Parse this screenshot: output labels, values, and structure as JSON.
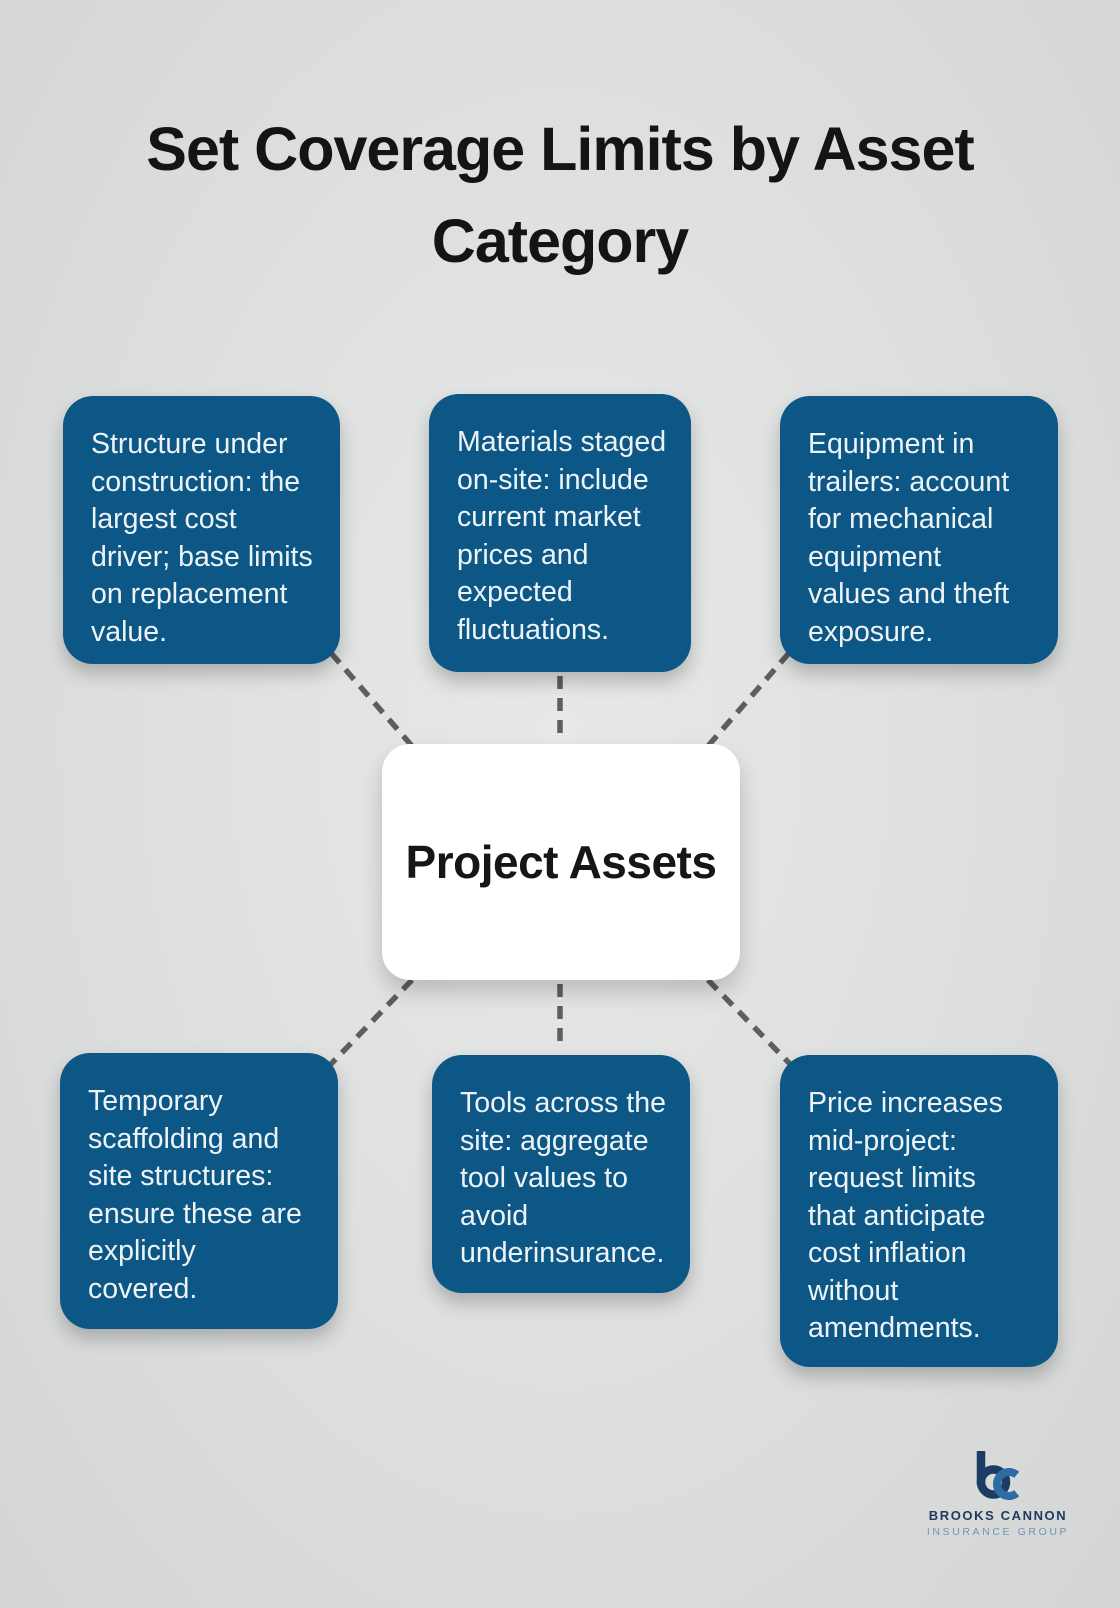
{
  "title": "Set Coverage Limits by Asset\nCategory",
  "center": {
    "label": "Project Assets"
  },
  "nodes": [
    {
      "id": "top-left",
      "text": "Structure under\nconstruction: the\nlargest cost\ndriver; base limits\non replacement\nvalue."
    },
    {
      "id": "top-middle",
      "text": "Materials staged\non-site: include\ncurrent market\nprices and\nexpected\nfluctuations."
    },
    {
      "id": "top-right",
      "text": "Equipment in\ntrailers: account\nfor mechanical\nequipment\nvalues and theft\nexposure."
    },
    {
      "id": "bottom-left",
      "text": "Temporary\nscaffolding and\nsite structures:\nensure these are\nexplicitly\ncovered."
    },
    {
      "id": "bottom-middle",
      "text": "Tools across the\nsite: aggregate\ntool values to\navoid\nunderinsurance."
    },
    {
      "id": "bottom-right",
      "text": "Price increases\nmid-project:\nrequest limits\nthat anticipate\ncost inflation\nwithout\namendments."
    }
  ],
  "logo": {
    "name": "BROOKS CANNON",
    "tagline": "INSURANCE GROUP",
    "mark_icon": "bc-monogram"
  },
  "colors": {
    "node_blue": "#0d5787",
    "node_text": "#eef3f6",
    "background": "#dcdedd",
    "connector_gray": "#5d5e5e",
    "logo_navy": "#1d3c63",
    "logo_steel_blue": "#2e6da4",
    "logo_tagline_blue": "#6f94ba"
  }
}
